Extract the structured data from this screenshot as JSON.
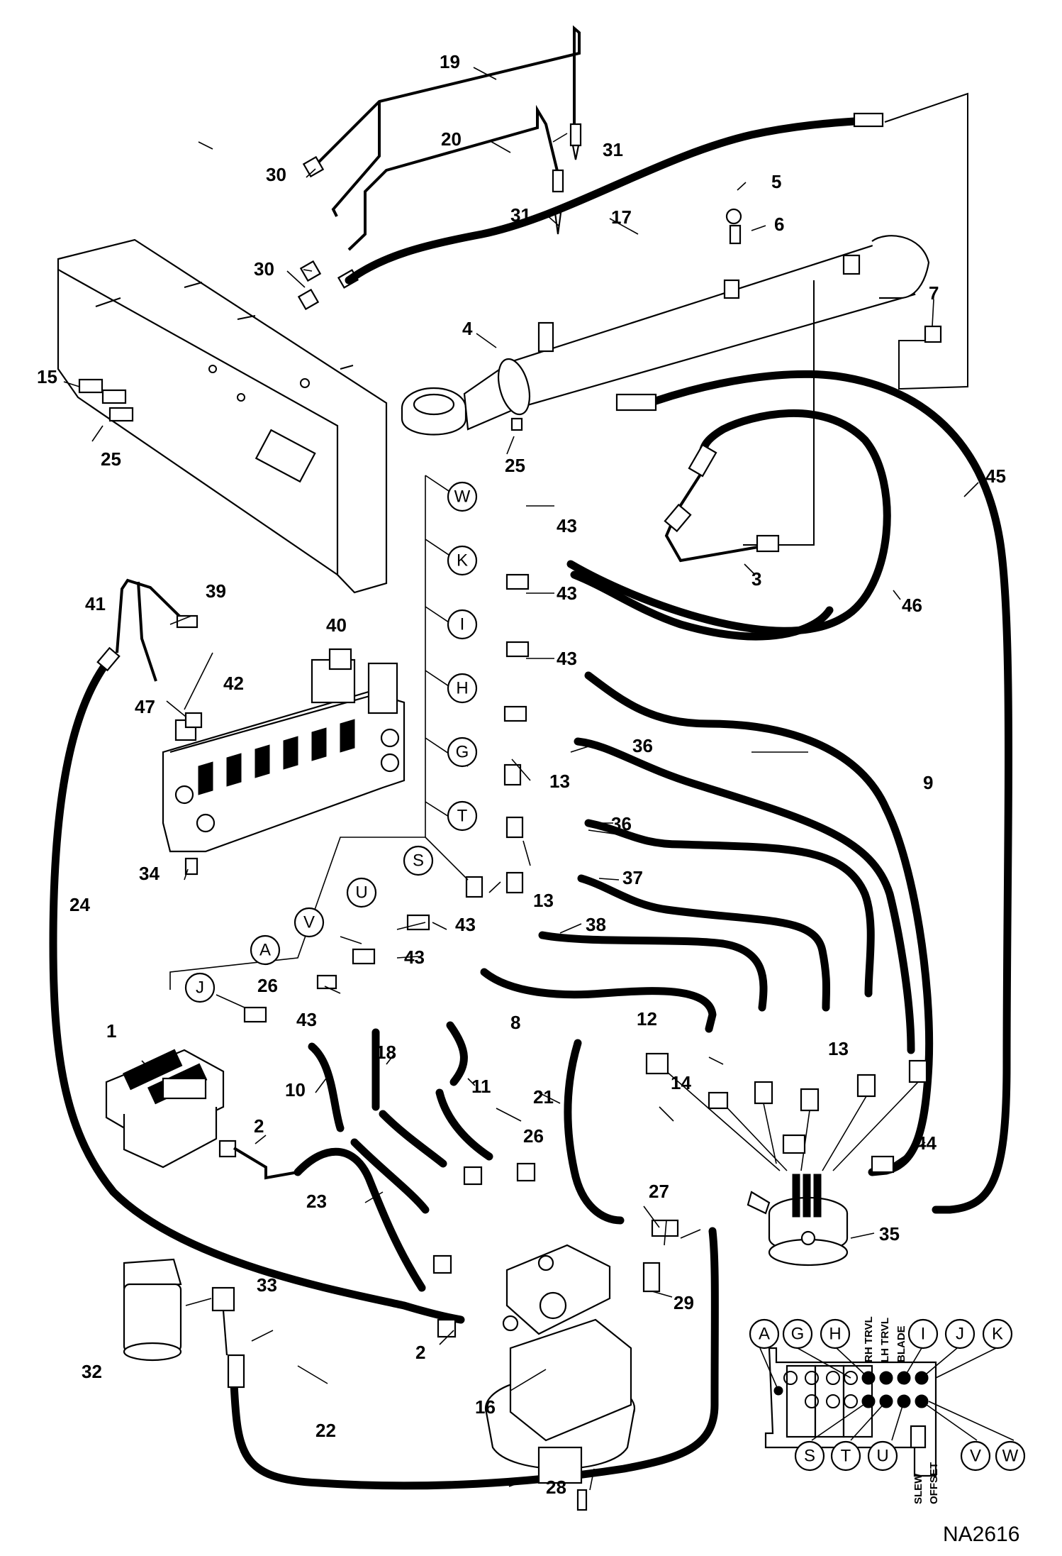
{
  "figure_id": "NA2616",
  "callouts": {
    "c1": "1",
    "c2a": "2",
    "c2b": "2",
    "c3": "3",
    "c4": "4",
    "c5": "5",
    "c6": "6",
    "c7": "7",
    "c8": "8",
    "c9": "9",
    "c10": "10",
    "c11": "11",
    "c12": "12",
    "c13a": "13",
    "c13b": "13",
    "c13c": "13",
    "c14": "14",
    "c15": "15",
    "c16": "16",
    "c17": "17",
    "c18": "18",
    "c19": "19",
    "c20": "20",
    "c21": "21",
    "c22": "22",
    "c23": "23",
    "c24": "24",
    "c25a": "25",
    "c25b": "25",
    "c26a": "26",
    "c26b": "26",
    "c27": "27",
    "c28": "28",
    "c29": "29",
    "c30a": "30",
    "c30b": "30",
    "c31a": "31",
    "c31b": "31",
    "c32": "32",
    "c33": "33",
    "c34": "34",
    "c35": "35",
    "c36a": "36",
    "c36b": "36",
    "c37": "37",
    "c38": "38",
    "c39": "39",
    "c40": "40",
    "c41": "41",
    "c42": "42",
    "c43a": "43",
    "c43b": "43",
    "c43c": "43",
    "c43d": "43",
    "c43e": "43",
    "c43f": "43",
    "c44": "44",
    "c45": "45",
    "c46": "46",
    "c47": "47"
  },
  "port_letters": {
    "W": "W",
    "K": "K",
    "I": "I",
    "H": "H",
    "G": "G",
    "T": "T",
    "S": "S",
    "U": "U",
    "V": "V",
    "A": "A",
    "J": "J"
  },
  "valve_detail": {
    "top_letters": [
      "A",
      "G",
      "H",
      "I",
      "J",
      "K"
    ],
    "bottom_letters": [
      "S",
      "T",
      "U",
      "V",
      "W"
    ],
    "labels_top": [
      "RH TRVL",
      "LH TRVL",
      "BLADE"
    ],
    "labels_bottom": [
      "SLEW",
      "OFFSET"
    ]
  }
}
